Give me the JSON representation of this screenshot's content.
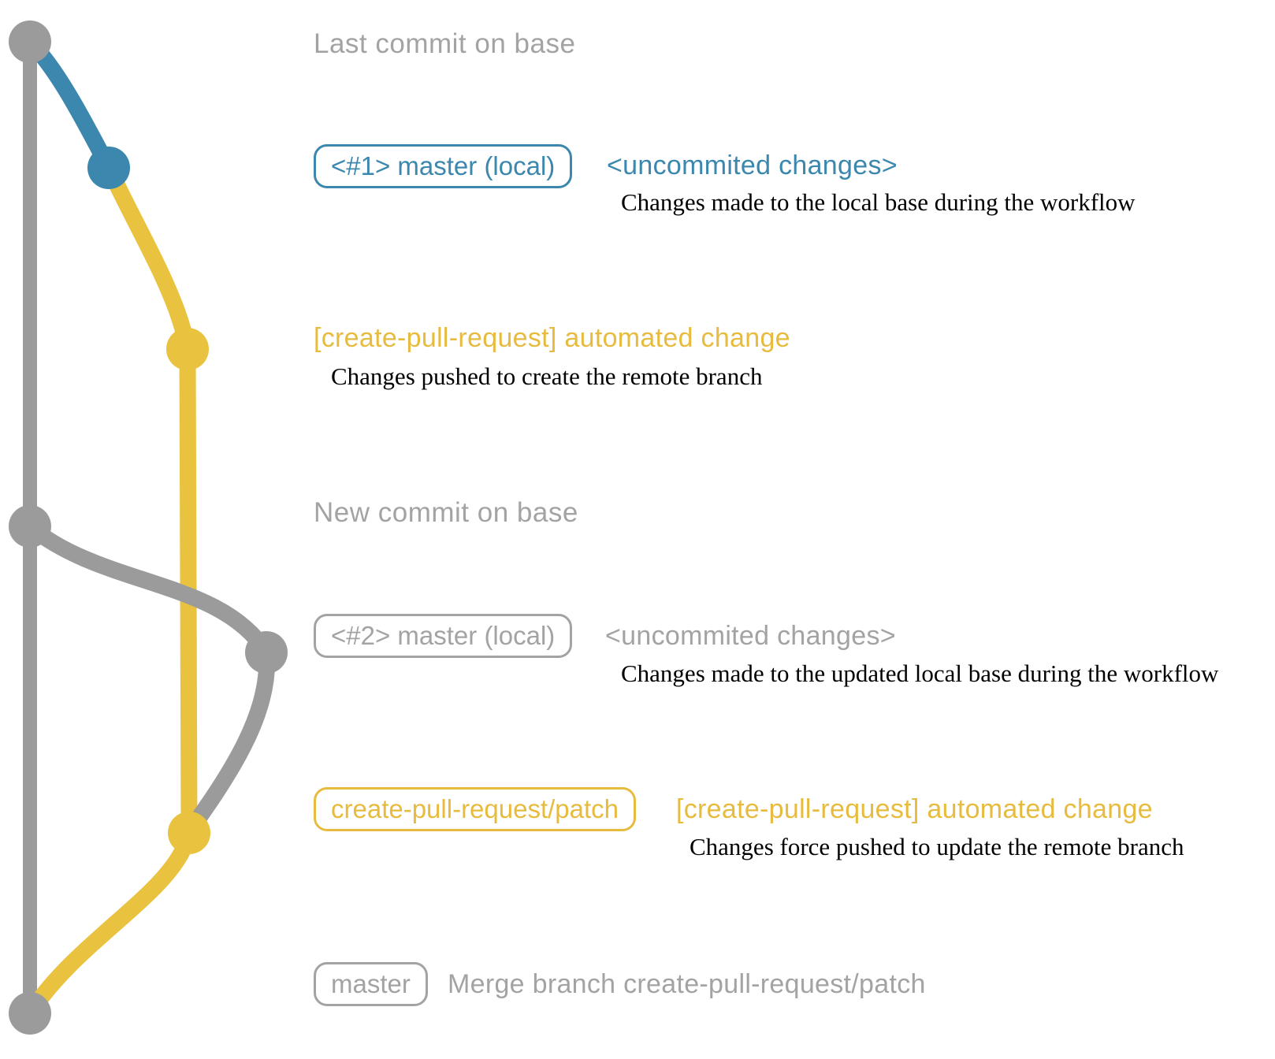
{
  "colors": {
    "gray": "#9b9b9b",
    "grayText": "#a3a3a3",
    "blue": "#3b87ae",
    "yellow": "#e9c340",
    "yellowText": "#e7bb3e",
    "black": "#000000"
  },
  "titles": {
    "last_commit": "Last commit on base",
    "new_commit": "New commit on base"
  },
  "rows": {
    "r1": {
      "badge": "<#1> master (local)",
      "label": "<uncommited changes>",
      "caption": "Changes made to the local base during the workflow"
    },
    "r2": {
      "label": "[create-pull-request] automated change",
      "caption": "Changes pushed to create the remote branch"
    },
    "r3": {
      "badge": "<#2> master (local)",
      "label": "<uncommited changes>",
      "caption": "Changes made to the updated local base during the workflow"
    },
    "r4": {
      "badge": "create-pull-request/patch",
      "label": "[create-pull-request] automated change",
      "caption": "Changes force pushed to update the remote branch"
    },
    "r5": {
      "badge": "master",
      "label": "Merge branch create-pull-request/patch"
    }
  }
}
